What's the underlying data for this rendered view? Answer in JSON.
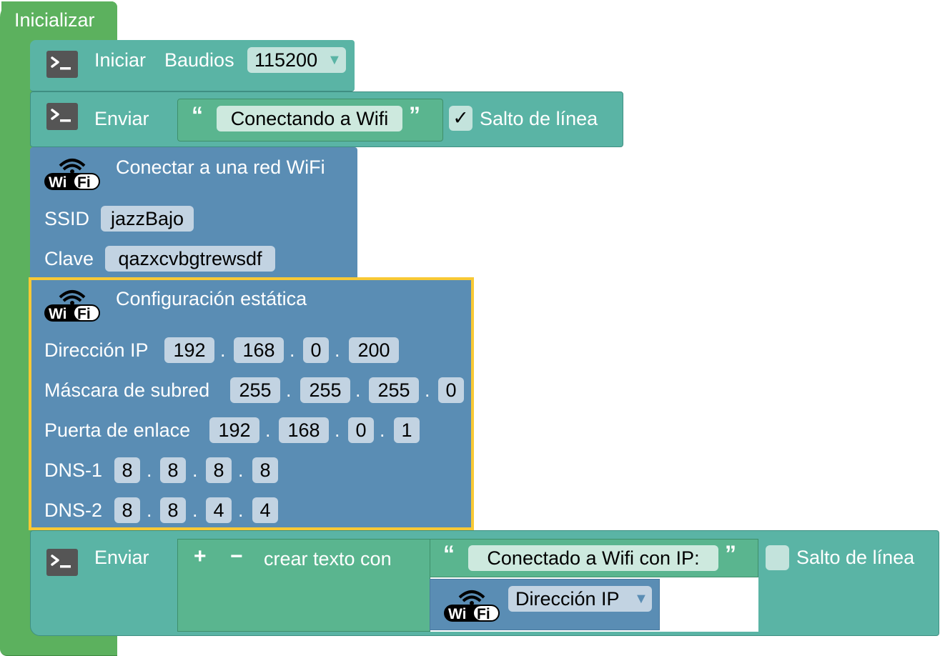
{
  "init_block": {
    "label": "Inicializar"
  },
  "serial_begin": {
    "label": "Iniciar",
    "baud_label": "Baudios",
    "baud_value": "115200"
  },
  "serial_print_1": {
    "label": "Enviar",
    "text": "Conectando a Wifi",
    "newline_checked": true,
    "checkmark": "✓",
    "newline_label": "Salto de línea"
  },
  "wifi_connect": {
    "title": "Conectar a una red WiFi",
    "ssid_label": "SSID",
    "ssid_value": "jazzBajo",
    "key_label": "Clave",
    "key_value": "qazxcvbgtrewsdf"
  },
  "static_config": {
    "title": "Configuración estática",
    "separator": ".",
    "rows": [
      {
        "label": "Dirección IP",
        "octets": [
          "192",
          "168",
          "0",
          "200"
        ]
      },
      {
        "label": "Máscara de subred",
        "octets": [
          "255",
          "255",
          "255",
          "0"
        ]
      },
      {
        "label": "Puerta de enlace",
        "octets": [
          "192",
          "168",
          "0",
          "1"
        ]
      },
      {
        "label": "DNS-1",
        "octets": [
          "8",
          "8",
          "8",
          "8"
        ]
      },
      {
        "label": "DNS-2",
        "octets": [
          "8",
          "8",
          "4",
          "4"
        ]
      }
    ]
  },
  "serial_print_2": {
    "label": "Enviar",
    "create_text": {
      "plus": "+",
      "minus": "−",
      "label": "crear texto con"
    },
    "text": "Conectado a Wifi con IP:",
    "ip_dropdown": "Dirección IP",
    "newline_checked": false,
    "newline_label": "Salto de línea"
  },
  "colors": {
    "init_green": "#5cb15e",
    "serial_teal": "#5ab4a5",
    "text_green": "#5ab58f",
    "wifi_blue": "#5a8db4",
    "selection_yellow": "#f8c935"
  },
  "icons": {
    "terminal": "terminal-icon",
    "wifi": "wifi-logo-icon"
  }
}
